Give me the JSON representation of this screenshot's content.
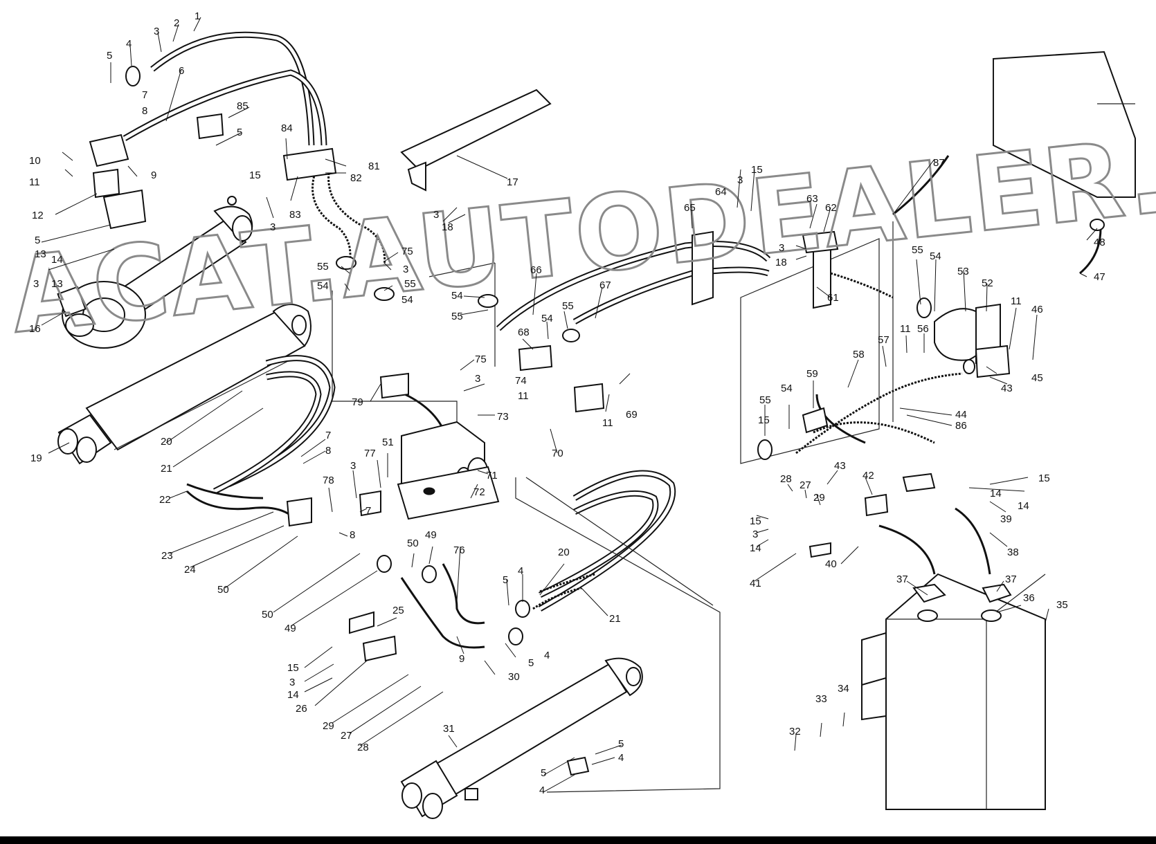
{
  "watermark": "ACAT.AUTODEALER.RU",
  "callouts": [
    {
      "id": "c1",
      "text": "1"
    },
    {
      "id": "c2",
      "text": "2"
    },
    {
      "id": "c3a",
      "text": "3"
    },
    {
      "id": "c4a",
      "text": "4"
    },
    {
      "id": "c5a",
      "text": "5"
    },
    {
      "id": "c6",
      "text": "6"
    },
    {
      "id": "c7a",
      "text": "7"
    },
    {
      "id": "c8a",
      "text": "8"
    },
    {
      "id": "c85",
      "text": "85"
    },
    {
      "id": "c5b",
      "text": "5"
    },
    {
      "id": "c10",
      "text": "10"
    },
    {
      "id": "c11a",
      "text": "11"
    },
    {
      "id": "c9a",
      "text": "9"
    },
    {
      "id": "c12",
      "text": "12"
    },
    {
      "id": "c5c",
      "text": "5"
    },
    {
      "id": "c13a",
      "text": "13"
    },
    {
      "id": "c14a",
      "text": "14"
    },
    {
      "id": "c3b",
      "text": "3"
    },
    {
      "id": "c13b",
      "text": "13"
    },
    {
      "id": "c16",
      "text": "16"
    },
    {
      "id": "c84",
      "text": "84"
    },
    {
      "id": "c81",
      "text": "81"
    },
    {
      "id": "c82",
      "text": "82"
    },
    {
      "id": "c83",
      "text": "83"
    },
    {
      "id": "c15a",
      "text": "15"
    },
    {
      "id": "c3c",
      "text": "3"
    },
    {
      "id": "c17",
      "text": "17"
    },
    {
      "id": "c3d",
      "text": "3"
    },
    {
      "id": "c18a",
      "text": "18"
    },
    {
      "id": "c75a",
      "text": "75"
    },
    {
      "id": "c3e",
      "text": "3"
    },
    {
      "id": "c55a",
      "text": "55"
    },
    {
      "id": "c55b",
      "text": "55"
    },
    {
      "id": "c54a",
      "text": "54"
    },
    {
      "id": "c54b",
      "text": "54"
    },
    {
      "id": "c54c",
      "text": "54"
    },
    {
      "id": "c55c",
      "text": "55"
    },
    {
      "id": "c66",
      "text": "66"
    },
    {
      "id": "c67",
      "text": "67"
    },
    {
      "id": "c55d",
      "text": "55"
    },
    {
      "id": "c54d",
      "text": "54"
    },
    {
      "id": "c68",
      "text": "68"
    },
    {
      "id": "c75b",
      "text": "75"
    },
    {
      "id": "c3f",
      "text": "3"
    },
    {
      "id": "c74",
      "text": "74"
    },
    {
      "id": "c11b",
      "text": "11"
    },
    {
      "id": "c79",
      "text": "79"
    },
    {
      "id": "c73",
      "text": "73"
    },
    {
      "id": "c11c",
      "text": "11"
    },
    {
      "id": "c69",
      "text": "69"
    },
    {
      "id": "c15b",
      "text": "15"
    },
    {
      "id": "c3g",
      "text": "3"
    },
    {
      "id": "c64",
      "text": "64"
    },
    {
      "id": "c65",
      "text": "65"
    },
    {
      "id": "c63",
      "text": "63"
    },
    {
      "id": "c62",
      "text": "62"
    },
    {
      "id": "c3h",
      "text": "3"
    },
    {
      "id": "c18b",
      "text": "18"
    },
    {
      "id": "c61",
      "text": "61"
    },
    {
      "id": "c87",
      "text": "87"
    },
    {
      "id": "c48",
      "text": "48"
    },
    {
      "id": "c47",
      "text": "47"
    },
    {
      "id": "c55e",
      "text": "55"
    },
    {
      "id": "c54e",
      "text": "54"
    },
    {
      "id": "c53",
      "text": "53"
    },
    {
      "id": "c52",
      "text": "52"
    },
    {
      "id": "c11d",
      "text": "11"
    },
    {
      "id": "c46",
      "text": "46"
    },
    {
      "id": "c11e",
      "text": "11"
    },
    {
      "id": "c56",
      "text": "56"
    },
    {
      "id": "c57",
      "text": "57"
    },
    {
      "id": "c45",
      "text": "45"
    },
    {
      "id": "c43a",
      "text": "43"
    },
    {
      "id": "c58",
      "text": "58"
    },
    {
      "id": "c59",
      "text": "59"
    },
    {
      "id": "c44",
      "text": "44"
    },
    {
      "id": "c86",
      "text": "86"
    },
    {
      "id": "c54f",
      "text": "54"
    },
    {
      "id": "c55f",
      "text": "55"
    },
    {
      "id": "c43b",
      "text": "43"
    },
    {
      "id": "c28a",
      "text": "28"
    },
    {
      "id": "c27a",
      "text": "27"
    },
    {
      "id": "c29a",
      "text": "29"
    },
    {
      "id": "c42",
      "text": "42"
    },
    {
      "id": "c15c",
      "text": "15"
    },
    {
      "id": "c14b",
      "text": "14"
    },
    {
      "id": "c39",
      "text": "39"
    },
    {
      "id": "c15d",
      "text": "15"
    },
    {
      "id": "c3i",
      "text": "3"
    },
    {
      "id": "c14c",
      "text": "14"
    },
    {
      "id": "c38",
      "text": "38"
    },
    {
      "id": "c41",
      "text": "41"
    },
    {
      "id": "c40",
      "text": "40"
    },
    {
      "id": "c37a",
      "text": "37"
    },
    {
      "id": "c37b",
      "text": "37"
    },
    {
      "id": "c36",
      "text": "36"
    },
    {
      "id": "c35",
      "text": "35"
    },
    {
      "id": "c19",
      "text": "19"
    },
    {
      "id": "c20a",
      "text": "20"
    },
    {
      "id": "c21a",
      "text": "21"
    },
    {
      "id": "c7b",
      "text": "7"
    },
    {
      "id": "c8b",
      "text": "8"
    },
    {
      "id": "c22",
      "text": "22"
    },
    {
      "id": "c23",
      "text": "23"
    },
    {
      "id": "c24",
      "text": "24"
    },
    {
      "id": "c50a",
      "text": "50"
    },
    {
      "id": "c78",
      "text": "78"
    },
    {
      "id": "c3j",
      "text": "3"
    },
    {
      "id": "c77",
      "text": "77"
    },
    {
      "id": "c51",
      "text": "51"
    },
    {
      "id": "c7c",
      "text": "7"
    },
    {
      "id": "c8c",
      "text": "8"
    },
    {
      "id": "c71",
      "text": "71"
    },
    {
      "id": "c70",
      "text": "70"
    },
    {
      "id": "c72",
      "text": "72"
    },
    {
      "id": "c50b",
      "text": "50"
    },
    {
      "id": "c49a",
      "text": "49"
    },
    {
      "id": "c76",
      "text": "76"
    },
    {
      "id": "c50c",
      "text": "50"
    },
    {
      "id": "c49b",
      "text": "49"
    },
    {
      "id": "c20b",
      "text": "20"
    },
    {
      "id": "c4b",
      "text": "4"
    },
    {
      "id": "c5d",
      "text": "5"
    },
    {
      "id": "c21b",
      "text": "21"
    },
    {
      "id": "c25",
      "text": "25"
    },
    {
      "id": "c9b",
      "text": "9"
    },
    {
      "id": "c5e",
      "text": "5"
    },
    {
      "id": "c4c",
      "text": "4"
    },
    {
      "id": "c30",
      "text": "30"
    },
    {
      "id": "c15e",
      "text": "15"
    },
    {
      "id": "c3k",
      "text": "3"
    },
    {
      "id": "c14d",
      "text": "14"
    },
    {
      "id": "c26",
      "text": "26"
    },
    {
      "id": "c29b",
      "text": "29"
    },
    {
      "id": "c27b",
      "text": "27"
    },
    {
      "id": "c28b",
      "text": "28"
    },
    {
      "id": "c31",
      "text": "31"
    },
    {
      "id": "c5f",
      "text": "5"
    },
    {
      "id": "c4d",
      "text": "4"
    },
    {
      "id": "c5g",
      "text": "5"
    },
    {
      "id": "c4e",
      "text": "4"
    },
    {
      "id": "c32",
      "text": "32"
    },
    {
      "id": "c33",
      "text": "33"
    },
    {
      "id": "c34",
      "text": "34"
    },
    {
      "id": "c15f",
      "text": "15"
    },
    {
      "id": "c14e",
      "text": "14"
    }
  ]
}
